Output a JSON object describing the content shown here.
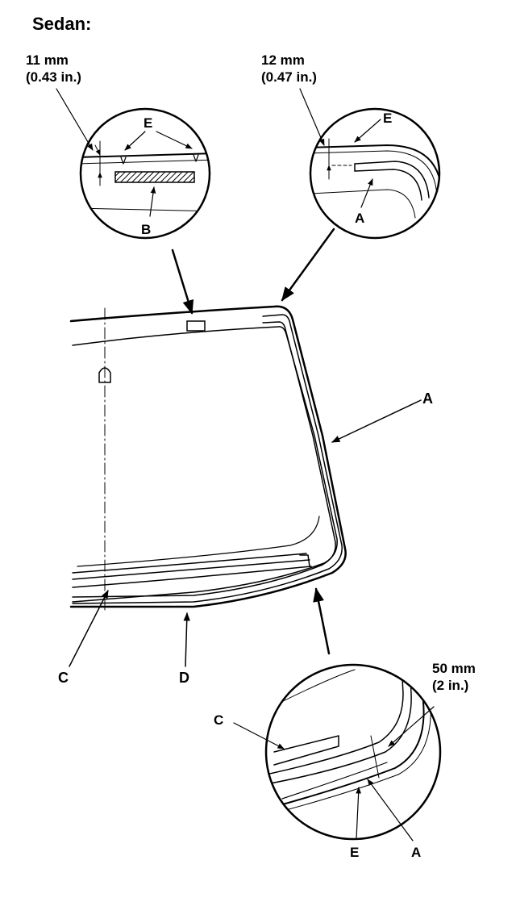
{
  "title": "Sedan:",
  "callout_left": {
    "dimension_mm": "11 mm",
    "dimension_in": "(0.43 in.)",
    "label_e": "E",
    "label_b": "B"
  },
  "callout_right": {
    "dimension_mm": "12 mm",
    "dimension_in": "(0.47 in.)",
    "label_e": "E",
    "label_a": "A"
  },
  "callout_bottom": {
    "dimension_mm": "50 mm",
    "dimension_in": "(2 in.)",
    "label_c": "C",
    "label_e": "E",
    "label_a": "A"
  },
  "windshield": {
    "label_a": "A",
    "label_c": "C",
    "label_d": "D"
  },
  "colors": {
    "ink": "#000000",
    "paper": "#ffffff"
  }
}
